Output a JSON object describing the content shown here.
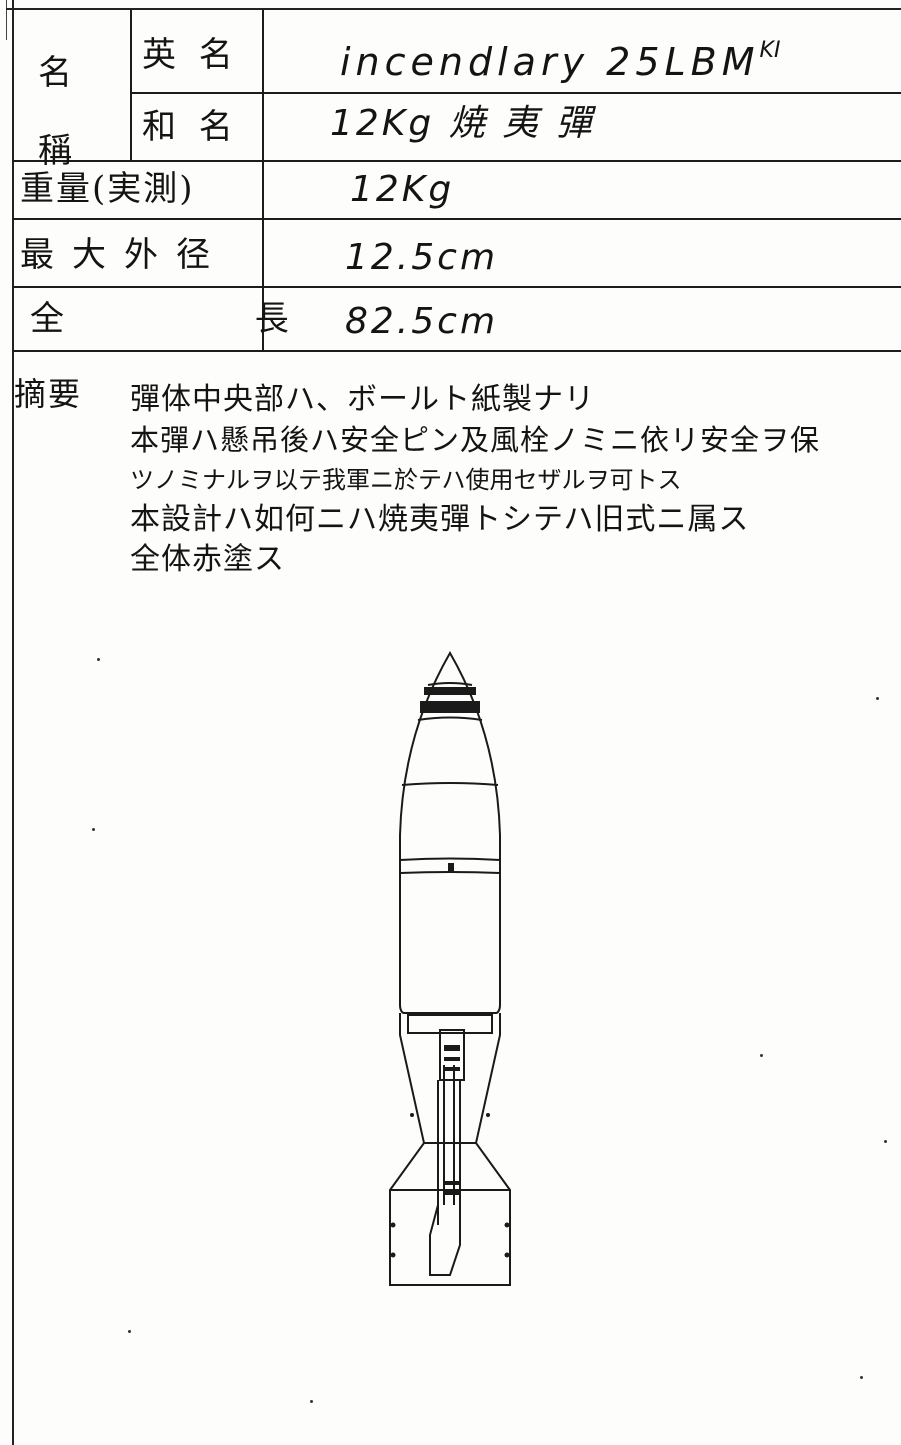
{
  "table": {
    "name_label": "名 稱",
    "english_label": "英 名",
    "english_value": "incendlary 25LBM",
    "english_value_sup": "KI",
    "japanese_label": "和 名",
    "japanese_value": "12Kg 焼 夷 彈",
    "weight_label": "重量(実測)",
    "weight_value": "12Kg",
    "diameter_label": "最大外径",
    "diameter_value": "12.5cm",
    "length_label": "全 長",
    "length_value": "82.5cm"
  },
  "summary": {
    "label": "摘要",
    "lines": [
      "彈体中央部ハ、ボールト紙製ナリ",
      "本彈ハ懸吊後ハ安全ピン及風栓ノミニ依リ安全ヲ保",
      "ツノミナルヲ以テ我軍ニ於テハ使用セザルヲ可トス",
      "本設計ハ如何ニハ焼夷彈トシテハ旧式ニ属ス",
      "全体赤塗ス"
    ]
  },
  "colors": {
    "ink": "#141414",
    "paper": "#fdfdfb"
  },
  "figure": {
    "subject": "incendiary bomb side-view drawing"
  }
}
